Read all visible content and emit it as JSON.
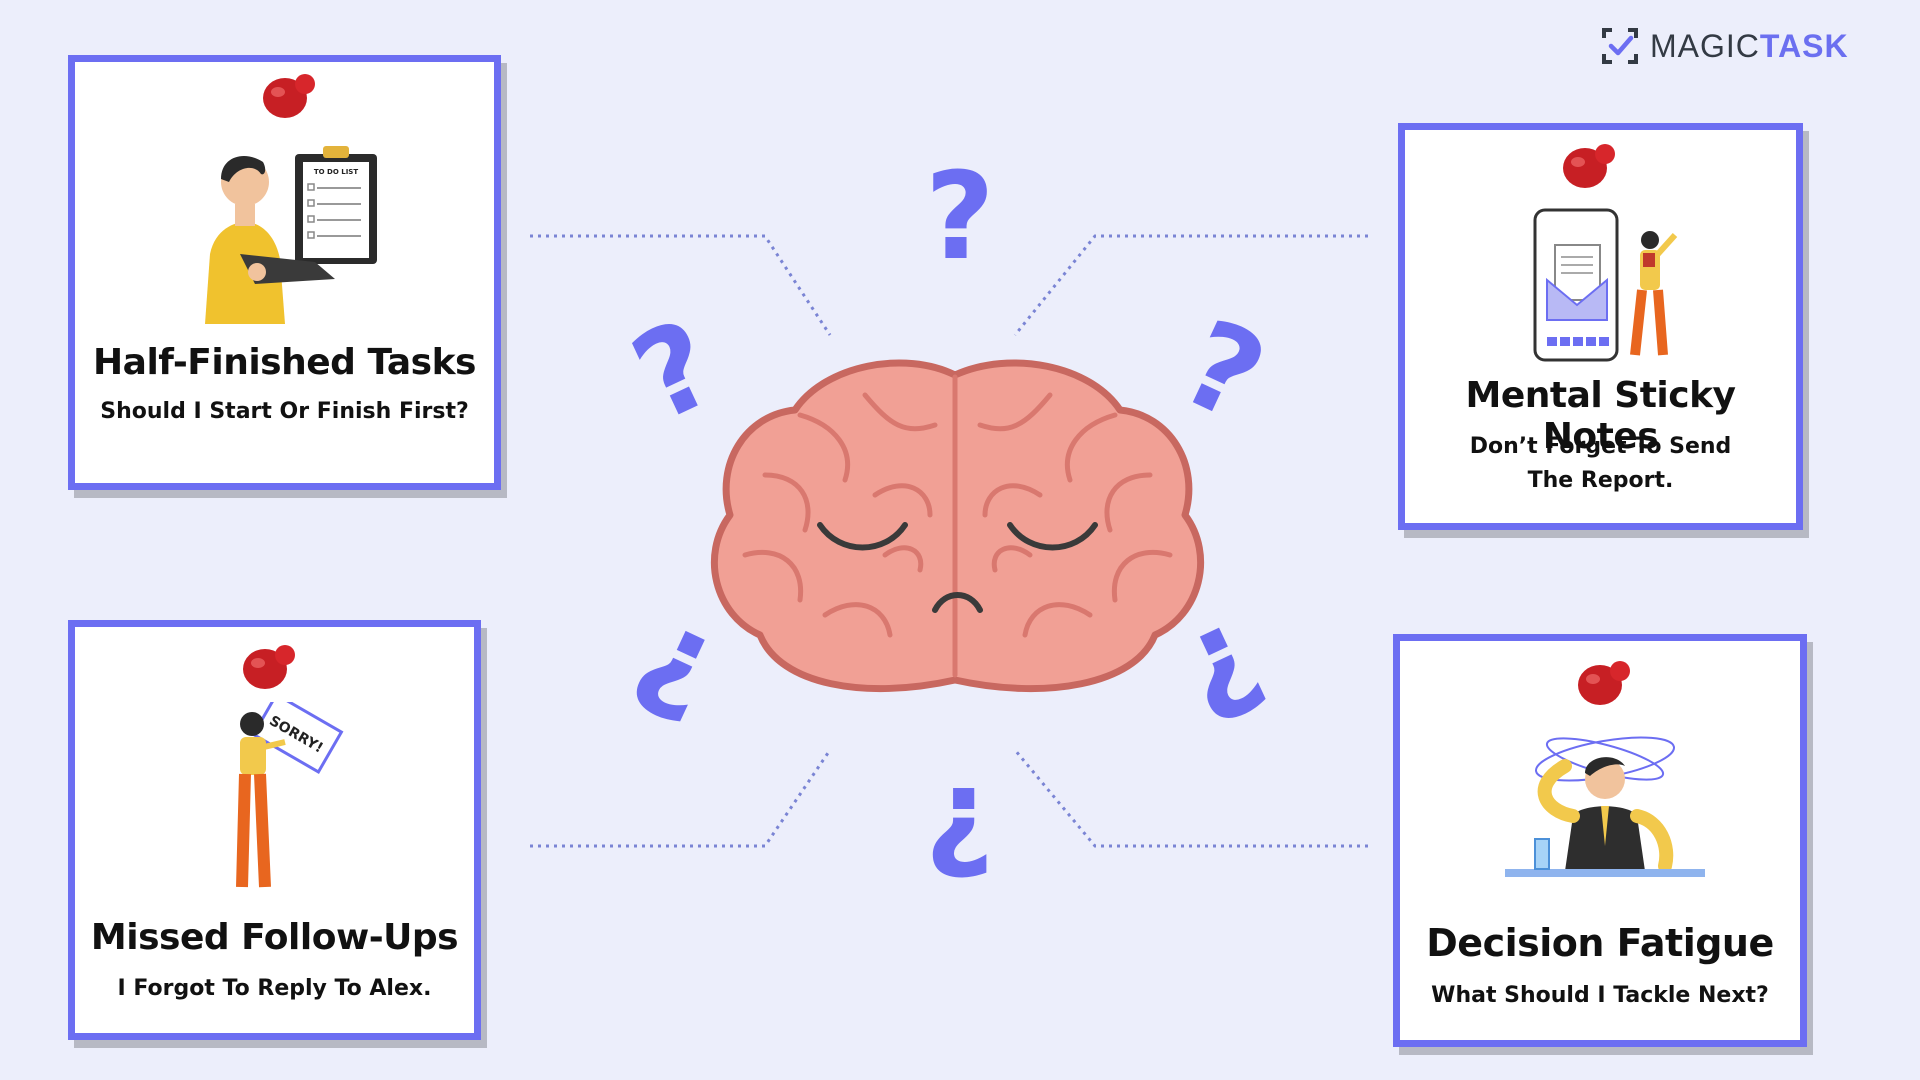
{
  "brand": {
    "name_light": "MAGIC",
    "name_bold": "TASK",
    "icon": "checkmark-box-icon"
  },
  "colors": {
    "accent": "#6c6ef2",
    "background": "#eceefb",
    "pin": "#c71f24",
    "brain": "#f1a095"
  },
  "notes": {
    "half_finished": {
      "title": "Half-Finished Tasks",
      "subtitle": "Should I Start Or Finish First?",
      "illustration": "man-with-todo-list-clipboard",
      "clipboard_label": "TO DO LIST"
    },
    "mental_sticky": {
      "title": "Mental Sticky Notes",
      "subtitle": "Don’t Forget To Send The Report.",
      "illustration": "woman-with-phone-and-megaphone"
    },
    "missed_followups": {
      "title": "Missed Follow-Ups",
      "subtitle": "I Forgot To Reply To Alex.",
      "illustration": "woman-holding-sorry-sign",
      "sign_text": "SORRY!"
    },
    "decision_fatigue": {
      "title": "Decision Fatigue",
      "subtitle": "What Should I Tackle Next?",
      "illustration": "stressed-man-at-desk"
    }
  },
  "center": {
    "illustration": "sad-brain",
    "decoration": "question-marks"
  }
}
